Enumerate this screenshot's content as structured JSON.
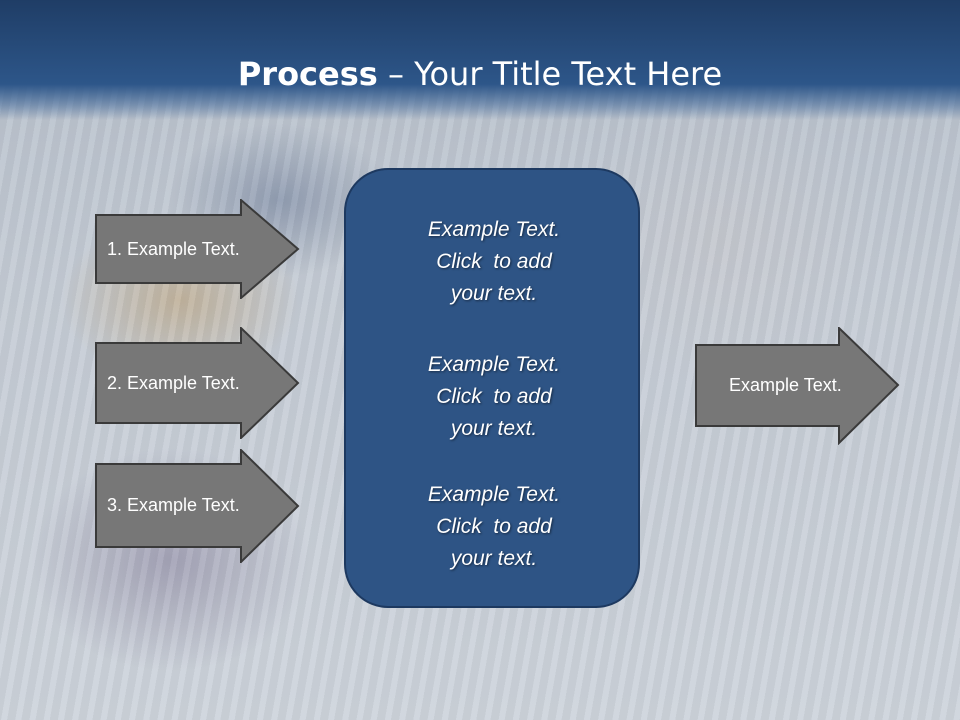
{
  "title": {
    "bold": "Process",
    "rest": " – Your Title Text Here"
  },
  "left_arrows": [
    {
      "label": "1. Example Text."
    },
    {
      "label": "2. Example Text."
    },
    {
      "label": "3. Example Text."
    }
  ],
  "center_blocks": [
    {
      "line1": "Example Text.",
      "line2": "Click  to add",
      "line3": "your text."
    },
    {
      "line1": "Example Text.",
      "line2": "Click  to add",
      "line3": "your text."
    },
    {
      "line1": "Example Text.",
      "line2": "Click  to add",
      "line3": "your text."
    }
  ],
  "right_arrow": {
    "label": "Example Text."
  },
  "colors": {
    "header": "#2d5689",
    "center_box": "#2e5485",
    "arrow_fill": "#777777",
    "arrow_stroke": "#3a3a3a"
  }
}
